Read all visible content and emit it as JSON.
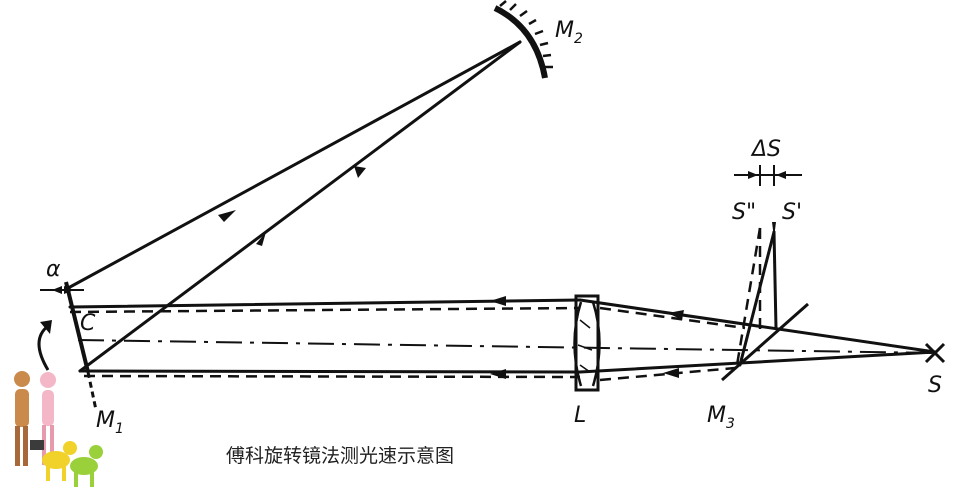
{
  "labels": {
    "m2": "M",
    "m2_sub": "2",
    "m1": "M",
    "m1_sub": "1",
    "m3": "M",
    "m3_sub": "3",
    "l": "L",
    "c": "C",
    "s": "S",
    "s_prime": "S'",
    "s_double_prime": "S\"",
    "delta_s": "ΔS",
    "alpha": "α"
  },
  "caption": "傅科旋转镜法测光速示意图",
  "colors": {
    "ink": "#111111",
    "figure_tan": "#c98a4b",
    "figure_pink": "#f3b7c7",
    "figure_yellow": "#f1d22a",
    "figure_green": "#9ad13b"
  }
}
